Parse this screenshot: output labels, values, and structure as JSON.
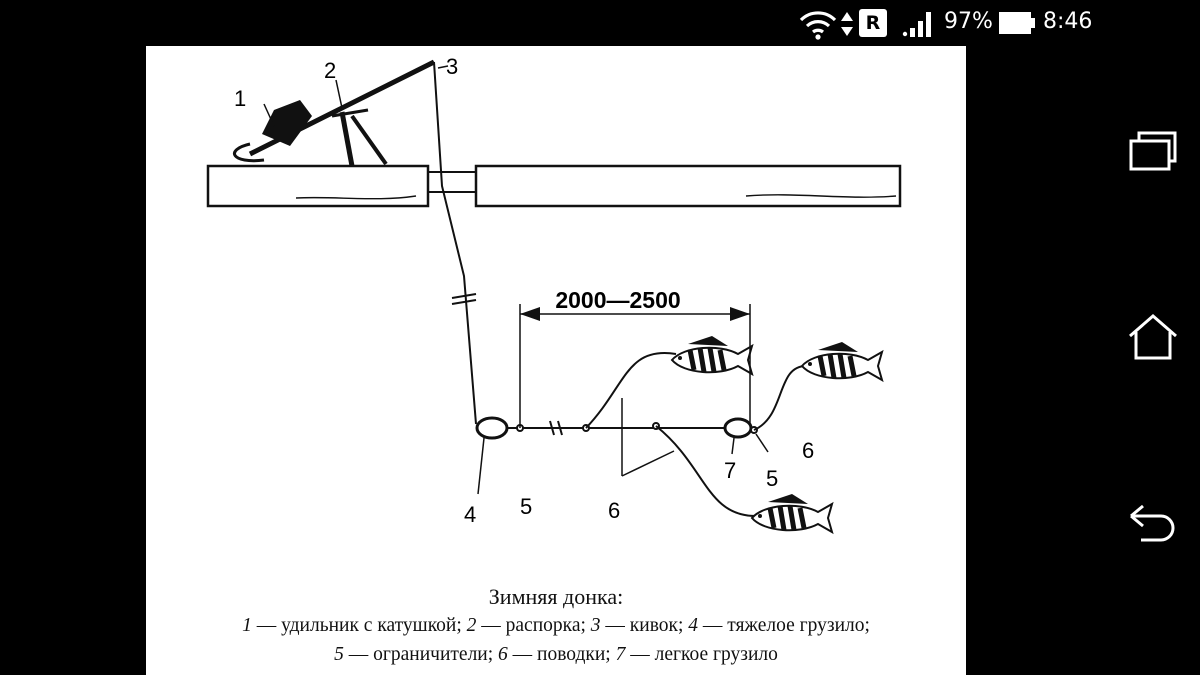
{
  "status_bar": {
    "network_badge": "R",
    "battery_percent": "97%",
    "battery_level": 0.97,
    "time": "8:46",
    "icons": [
      "wifi-icon",
      "data-arrows-icon",
      "roaming-badge-icon",
      "signal-icon",
      "battery-icon"
    ]
  },
  "diagram": {
    "dimension_label": "2000—2500",
    "labels": {
      "l1": "1",
      "l2": "2",
      "l3": "3",
      "l4": "4",
      "l5a": "5",
      "l5b": "5",
      "l6a": "6",
      "l6b": "6",
      "l7": "7"
    }
  },
  "caption": {
    "title": "Зимняя донка:",
    "line1": [
      {
        "num": "1",
        "text": " — удильник с катушкой; "
      },
      {
        "num": "2",
        "text": " — распорка; "
      },
      {
        "num": "3",
        "text": " — кивок; "
      },
      {
        "num": "4",
        "text": " — тяжелое грузило;"
      }
    ],
    "line2": [
      {
        "num": "5",
        "text": " — ограничители; "
      },
      {
        "num": "6",
        "text": " — поводки; "
      },
      {
        "num": "7",
        "text": " — легкое грузило"
      }
    ]
  },
  "nav_bar": {
    "icons": [
      "recent-apps-icon",
      "home-icon",
      "back-icon"
    ]
  }
}
